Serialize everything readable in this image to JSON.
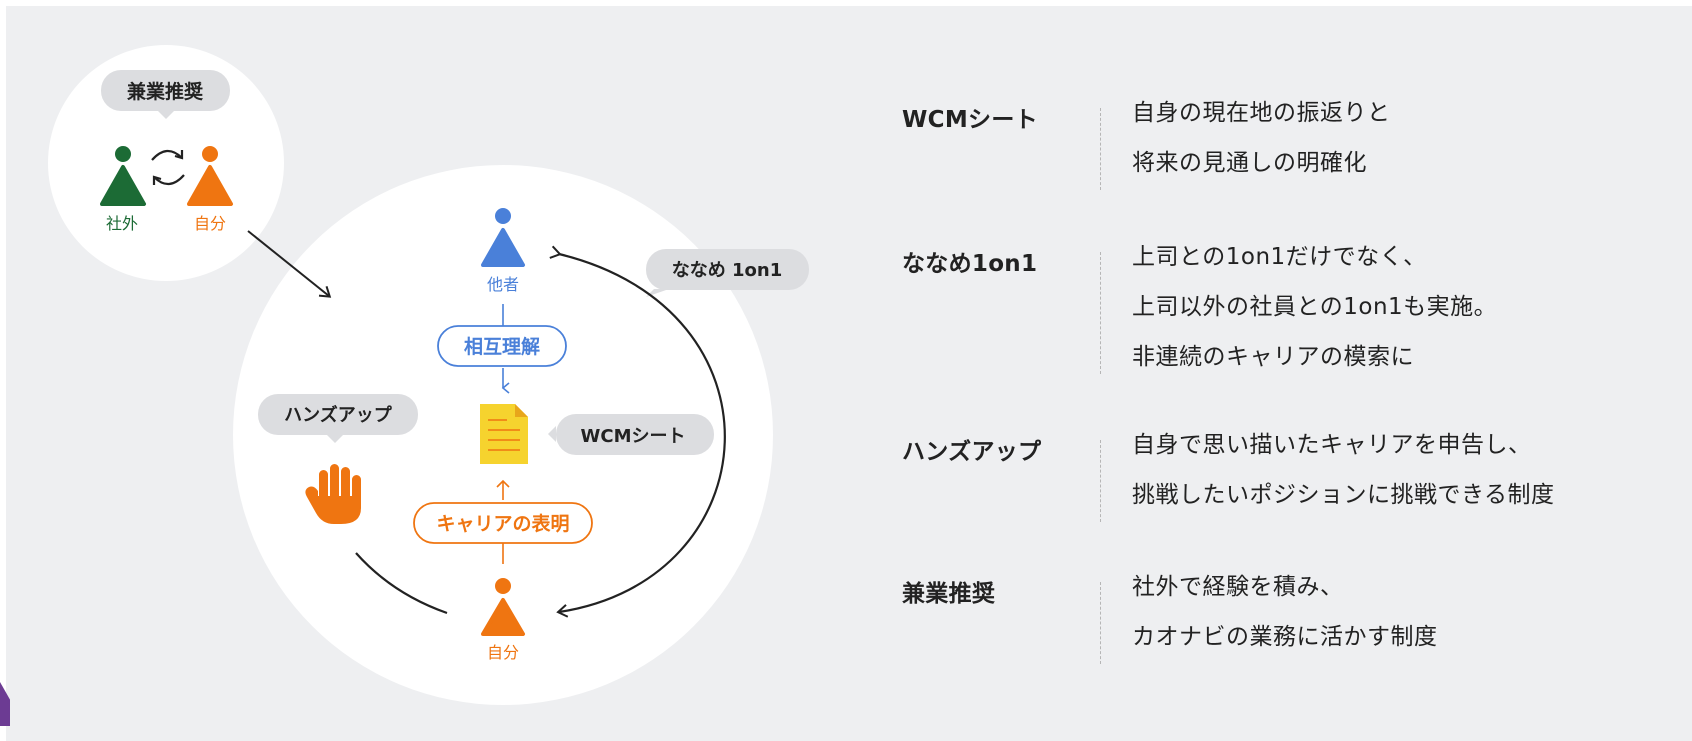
{
  "diagram": {
    "side_job_bubble": "兼業推奨",
    "outside_person": "社外",
    "self_small": "自分",
    "other_person": "他者",
    "mutual_understanding": "相互理解",
    "diagonal_bubble": "ななめ 1on1",
    "wcm_bubble": "WCMシート",
    "hands_up_bubble": "ハンズアップ",
    "career_statement": "キャリアの表明",
    "self_bottom": "自分"
  },
  "features": [
    {
      "title": "WCMシート",
      "desc": [
        "自身の現在地の振返りと",
        "将来の見通しの明確化"
      ]
    },
    {
      "title": "ななめ1on1",
      "desc": [
        "上司との1on1だけでなく、",
        "上司以外の社員との1on1も実施。",
        "非連続のキャリアの模索に"
      ]
    },
    {
      "title": "ハンズアップ",
      "desc": [
        "自身で思い描いたキャリアを申告し、",
        "挑戦したいポジションに挑戦できる制度"
      ]
    },
    {
      "title": "兼業推奨",
      "desc": [
        "社外で経験を積み、",
        "カオナビの業務に活かす制度"
      ]
    }
  ],
  "colors": {
    "background": "#eeeff1",
    "green": "#1c6b35",
    "orange": "#ef7511",
    "blue": "#4a80d9",
    "yellow": "#f6d32e",
    "bubble": "#dcdde0"
  },
  "icons": [
    "person-icon",
    "cycle-arrows-icon",
    "document-icon",
    "hand-icon",
    "arrow-icon"
  ]
}
